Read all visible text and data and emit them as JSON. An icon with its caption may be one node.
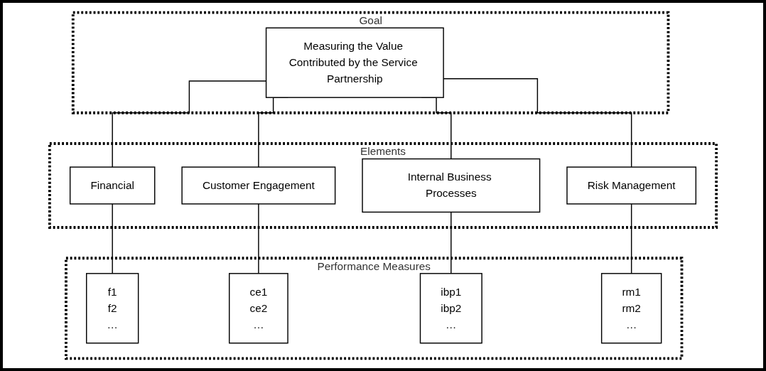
{
  "diagram": {
    "nodes": [
      {
        "text": [
          "Goal"
        ]
      },
      {
        "text": [
          "Measuring the Value Contributed by the Service Partnership"
        ],
        "in": 0
      },
      {
        "text": [
          "Elements"
        ]
      },
      {
        "text": [
          "Financial"
        ],
        "in": 2
      },
      {
        "text": [
          "Customer Engagement"
        ],
        "in": 2
      },
      {
        "text": [
          "Internal Business Processes"
        ],
        "in": 2
      },
      {
        "text": [
          "Risk Management"
        ],
        "in": 2
      },
      {
        "text": [
          "Performance Measures"
        ]
      },
      {
        "text": [
          "f1",
          "f2",
          "…"
        ],
        "in": 7
      },
      {
        "text": [
          "ce1",
          "ce2",
          "…"
        ],
        "in": 7
      },
      {
        "text": [
          "ibp1",
          "ibp2",
          "…"
        ],
        "in": 7
      },
      {
        "text": [
          "rm1",
          "rm2",
          "…"
        ],
        "in": 7
      }
    ],
    "edges": [
      {
        "from": 1,
        "to": 3,
        "arrow": "none"
      },
      {
        "from": 1,
        "to": 4,
        "arrow": "none"
      },
      {
        "from": 1,
        "to": 5,
        "arrow": "none"
      },
      {
        "from": 1,
        "to": 6,
        "arrow": "none"
      },
      {
        "from": 3,
        "to": 8,
        "arrow": "none"
      },
      {
        "from": 4,
        "to": 9,
        "arrow": "none"
      },
      {
        "from": 5,
        "to": 10,
        "arrow": "none"
      },
      {
        "from": 6,
        "to": 11,
        "arrow": "none"
      }
    ]
  }
}
